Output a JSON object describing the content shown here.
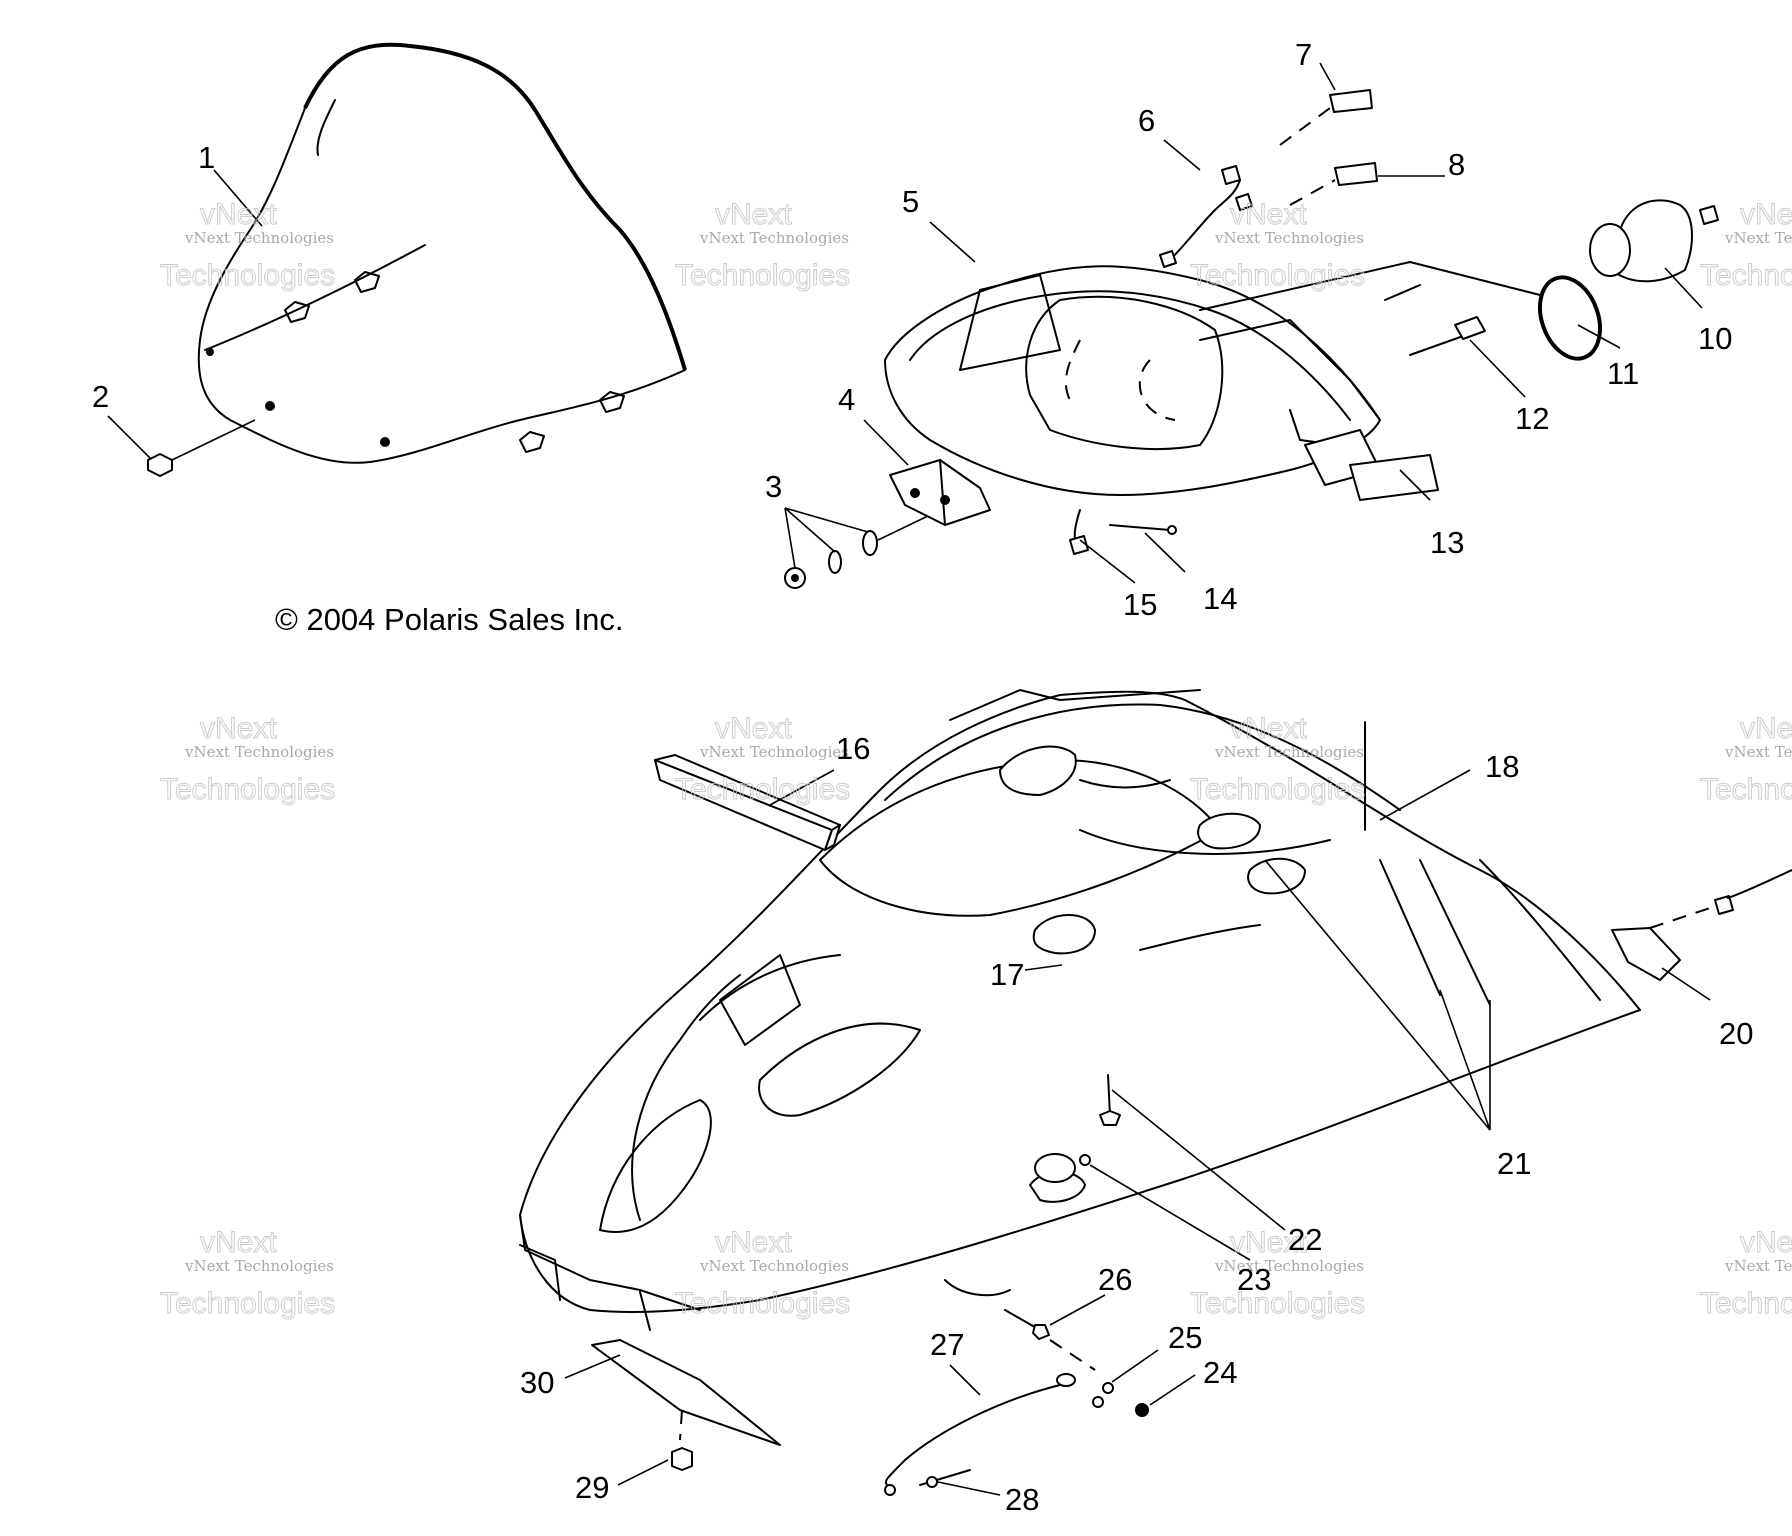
{
  "copyright": "© 2004 Polaris Sales Inc.",
  "watermark": {
    "line1": "vNext Technologies",
    "line2": "vNext",
    "line3": "Technologies"
  },
  "callouts": [
    "1",
    "2",
    "3",
    "4",
    "5",
    "6",
    "7",
    "8",
    "10",
    "11",
    "12",
    "13",
    "14",
    "15",
    "16",
    "17",
    "18",
    "20",
    "21",
    "22",
    "23",
    "24",
    "25",
    "26",
    "27",
    "28",
    "29",
    "30"
  ]
}
